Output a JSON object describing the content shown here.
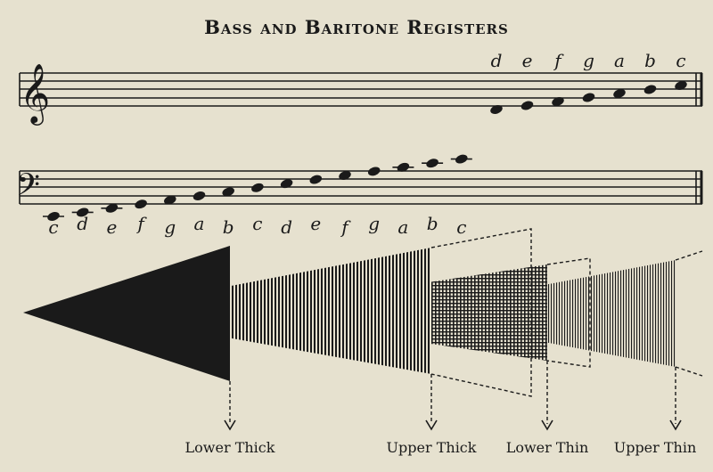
{
  "title": "Bass and Baritone Registers",
  "treble_notes": [
    "d",
    "e",
    "f",
    "g",
    "a",
    "b",
    "c"
  ],
  "bass_notes": [
    "c",
    "d",
    "e",
    "f",
    "g",
    "a",
    "b",
    "c",
    "d",
    "e",
    "f",
    "g",
    "a",
    "b",
    "c"
  ],
  "registers": [
    {
      "id": "lower-thick",
      "label": "Lower Thick",
      "pattern": "solid"
    },
    {
      "id": "upper-thick",
      "label": "Upper Thick",
      "pattern": "vertical-hatch"
    },
    {
      "id": "lower-thin",
      "label": "Lower Thin",
      "pattern": "cross-hatch"
    },
    {
      "id": "upper-thin",
      "label": "Upper Thin",
      "pattern": "fine-hatch"
    }
  ],
  "colors": {
    "paper": "#e6e1cf",
    "ink": "#1a1a1a"
  }
}
